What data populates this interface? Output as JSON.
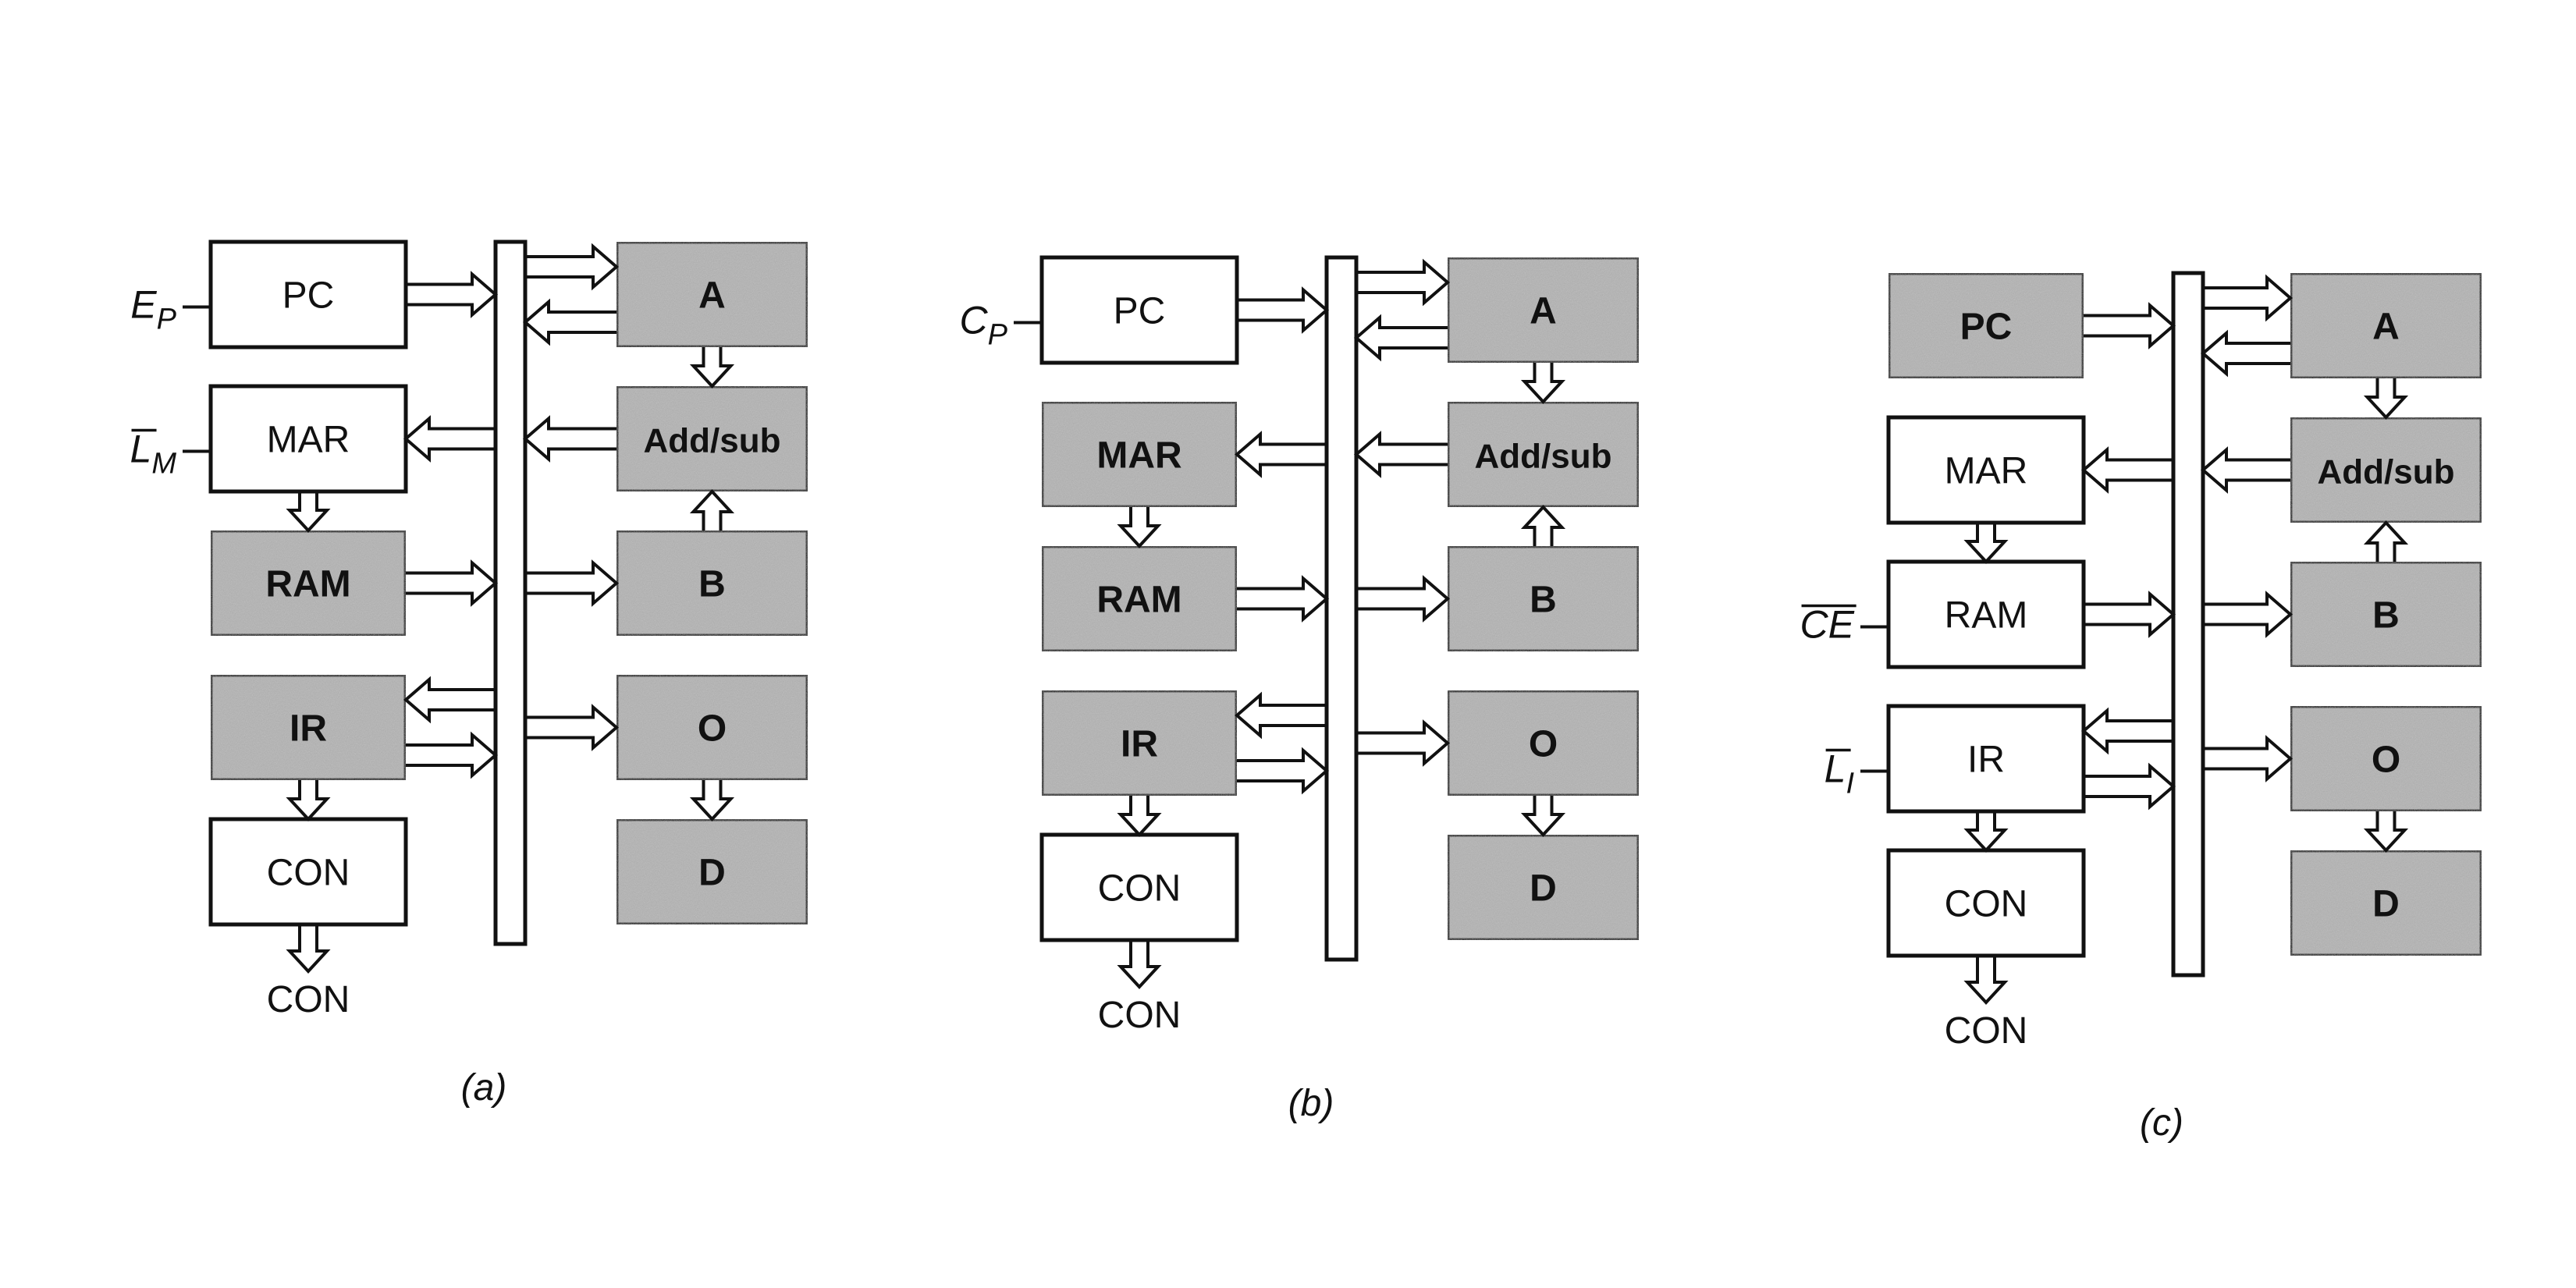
{
  "accent_color": "#b3b3b3",
  "box_fill_inactive": "#ffffff",
  "stroke_color": "#111111",
  "panels": [
    {
      "caption": "(a)",
      "control_output": "CON",
      "blocks": [
        {
          "id": "pc",
          "label": "PC",
          "active": false
        },
        {
          "id": "mar",
          "label": "MAR",
          "active": false
        },
        {
          "id": "ram",
          "label": "RAM",
          "active": true
        },
        {
          "id": "ir",
          "label": "IR",
          "active": true
        },
        {
          "id": "con",
          "label": "CON",
          "active": false
        },
        {
          "id": "a",
          "label": "A",
          "active": true
        },
        {
          "id": "addsub",
          "label": "Add/sub",
          "active": true
        },
        {
          "id": "b",
          "label": "B",
          "active": true
        },
        {
          "id": "o",
          "label": "O",
          "active": true
        },
        {
          "id": "d",
          "label": "D",
          "active": true
        }
      ],
      "signals": [
        {
          "target": "pc",
          "main": "E",
          "sub": "P",
          "bar": false
        },
        {
          "target": "mar",
          "main": "L",
          "sub": "M",
          "bar": true
        }
      ]
    },
    {
      "caption": "(b)",
      "control_output": "CON",
      "blocks": [
        {
          "id": "pc",
          "label": "PC",
          "active": false
        },
        {
          "id": "mar",
          "label": "MAR",
          "active": true
        },
        {
          "id": "ram",
          "label": "RAM",
          "active": true
        },
        {
          "id": "ir",
          "label": "IR",
          "active": true
        },
        {
          "id": "con",
          "label": "CON",
          "active": false
        },
        {
          "id": "a",
          "label": "A",
          "active": true
        },
        {
          "id": "addsub",
          "label": "Add/sub",
          "active": true
        },
        {
          "id": "b",
          "label": "B",
          "active": true
        },
        {
          "id": "o",
          "label": "O",
          "active": true
        },
        {
          "id": "d",
          "label": "D",
          "active": true
        }
      ],
      "signals": [
        {
          "target": "pc",
          "main": "C",
          "sub": "P",
          "bar": false
        }
      ]
    },
    {
      "caption": "(c)",
      "control_output": "CON",
      "blocks": [
        {
          "id": "pc",
          "label": "PC",
          "active": true
        },
        {
          "id": "mar",
          "label": "MAR",
          "active": false
        },
        {
          "id": "ram",
          "label": "RAM",
          "active": false
        },
        {
          "id": "ir",
          "label": "IR",
          "active": false
        },
        {
          "id": "con",
          "label": "CON",
          "active": false
        },
        {
          "id": "a",
          "label": "A",
          "active": true
        },
        {
          "id": "addsub",
          "label": "Add/sub",
          "active": true
        },
        {
          "id": "b",
          "label": "B",
          "active": true
        },
        {
          "id": "o",
          "label": "O",
          "active": true
        },
        {
          "id": "d",
          "label": "D",
          "active": true
        }
      ],
      "signals": [
        {
          "target": "ram",
          "main": "CE",
          "sub": "",
          "bar": true
        },
        {
          "target": "ir",
          "main": "L",
          "sub": "I",
          "bar": true
        }
      ]
    }
  ]
}
